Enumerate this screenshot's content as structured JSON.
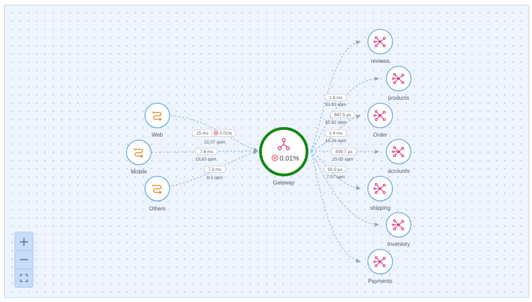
{
  "colors": {
    "edge": "#8fbbe0",
    "arrow": "#9aa3b0",
    "node_border": "#6aa9dc",
    "client_icon": "#e8821e",
    "service_icon": "#d6357f",
    "gateway_ring": "#118611",
    "error_icon": "#e0455e"
  },
  "icons": {
    "client": "route-icon",
    "service": "network-hub-icon",
    "gateway": "fork-icon",
    "error": "x-circle-icon"
  },
  "gateway": {
    "name": "Gateway",
    "error_rate": "0.01%"
  },
  "clients": [
    {
      "name": "Web",
      "latency": "15 ms",
      "error_rate": "0.01%",
      "throughput": "22.07 opm"
    },
    {
      "name": "Mobile",
      "latency": "7.6 ms",
      "throughput": "19.83 opm"
    },
    {
      "name": "Others",
      "latency": "7.3 ms",
      "throughput": "6.3 opm"
    }
  ],
  "services": [
    {
      "name": "reviews"
    },
    {
      "name": "products"
    },
    {
      "name": "Order"
    },
    {
      "name": "accounts"
    },
    {
      "name": "shipping"
    },
    {
      "name": "Inventory"
    },
    {
      "name": "Payments"
    }
  ],
  "outgoing_stats": [
    {
      "latency": "1.6 ms",
      "throughput": "83.83 opm"
    },
    {
      "latency": "847.5 µs",
      "throughput": "62.82 opm"
    },
    {
      "latency": "1.4 ms",
      "throughput": "13.26 opm"
    },
    {
      "latency": "839.7 µs",
      "throughput": "23.05 opm"
    },
    {
      "latency": "92.9 µs",
      "throughput": "7.07 opm"
    }
  ],
  "zoom_controls": {
    "zoom_in": "plus-icon",
    "zoom_out": "minus-icon",
    "fit": "fit-to-screen-icon"
  }
}
